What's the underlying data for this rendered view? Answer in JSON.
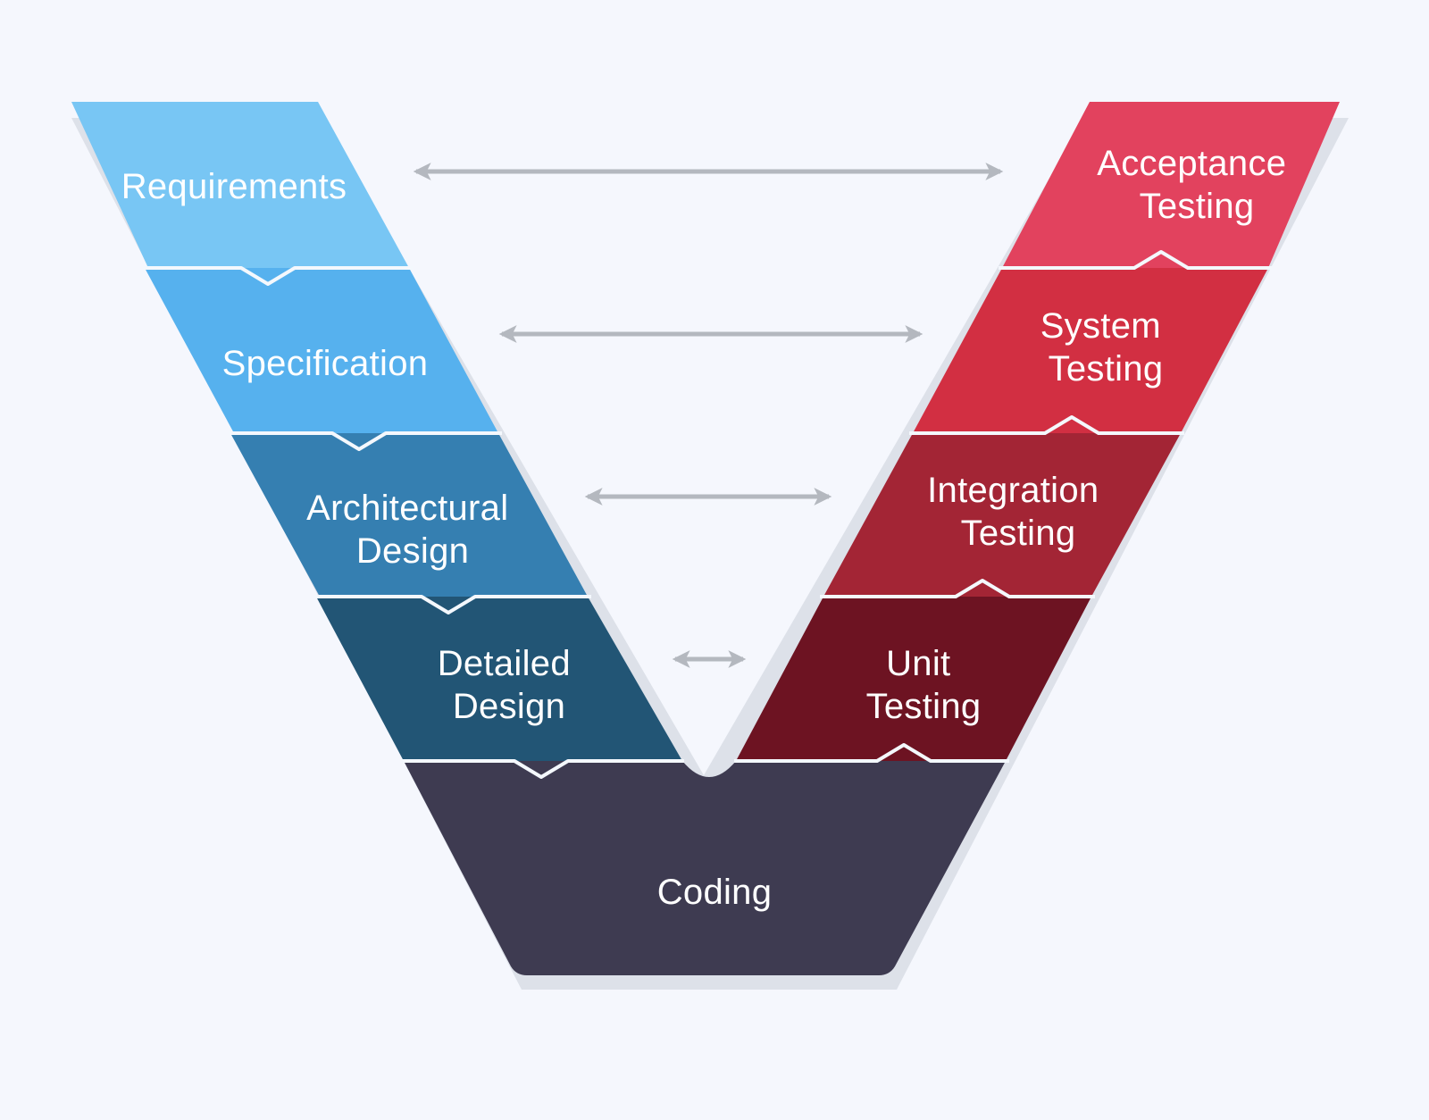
{
  "stages": {
    "requirements": {
      "line1": "Requirements",
      "line2": "",
      "color": "#78c6f4"
    },
    "specification": {
      "line1": "Specification",
      "line2": "",
      "color": "#56b1ee"
    },
    "architectural": {
      "line1": "Architectural",
      "line2": "Design",
      "color": "#357fb1"
    },
    "detailed": {
      "line1": "Detailed",
      "line2": "Design",
      "color": "#225575"
    },
    "coding": {
      "line1": "Coding",
      "line2": "",
      "color": "#3e3b51"
    },
    "unit": {
      "line1": "Unit",
      "line2": "Testing",
      "color": "#6d1322"
    },
    "integration": {
      "line1": "Integration",
      "line2": "Testing",
      "color": "#a32535"
    },
    "system": {
      "line1": "System",
      "line2": "Testing",
      "color": "#d22f42"
    },
    "acceptance": {
      "line1": "Acceptance",
      "line2": "Testing",
      "color": "#e2425e"
    }
  },
  "colors": {
    "background": "#f5f7fd",
    "arrow": "#b4b8bf",
    "separator": "#f4f8fd"
  }
}
